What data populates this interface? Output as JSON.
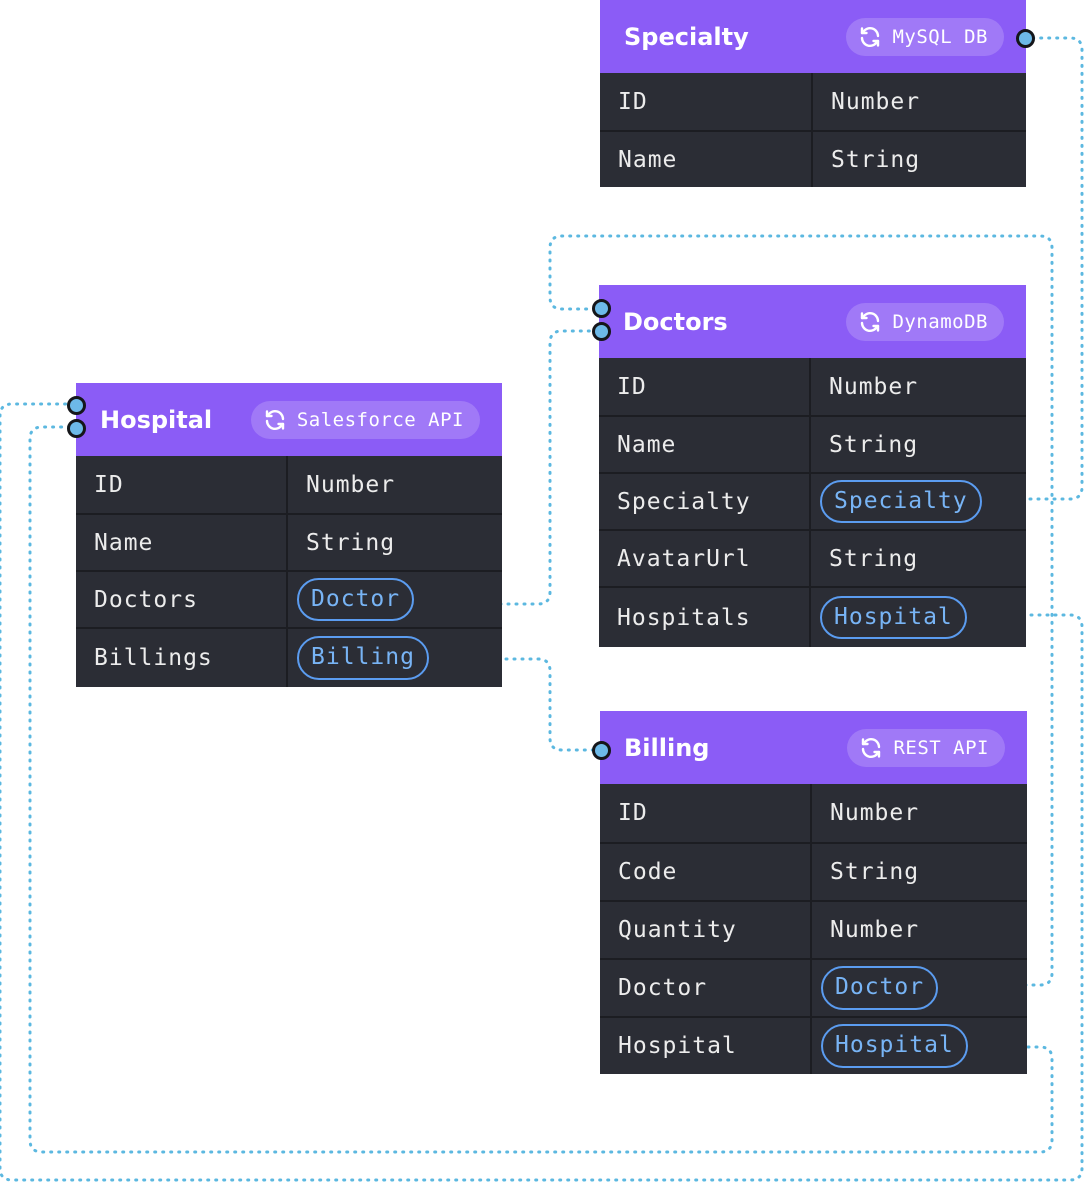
{
  "tables": {
    "specialty": {
      "title": "Specialty",
      "source": "MySQL DB",
      "rows": [
        {
          "field": "ID",
          "type": "Number"
        },
        {
          "field": "Name",
          "type": "String"
        }
      ]
    },
    "doctors": {
      "title": "Doctors",
      "source": "DynamoDB",
      "rows": [
        {
          "field": "ID",
          "type": "Number"
        },
        {
          "field": "Name",
          "type": "String"
        },
        {
          "field": "Specialty",
          "type": "Specialty"
        },
        {
          "field": "AvatarUrl",
          "type": "String"
        },
        {
          "field": "Hospitals",
          "type": "Hospital"
        }
      ]
    },
    "hospital": {
      "title": "Hospital",
      "source": "Salesforce API",
      "rows": [
        {
          "field": "ID",
          "type": "Number"
        },
        {
          "field": "Name",
          "type": "String"
        },
        {
          "field": "Doctors",
          "type": "Doctor"
        },
        {
          "field": "Billings",
          "type": "Billing"
        }
      ]
    },
    "billing": {
      "title": "Billing",
      "source": "REST API",
      "rows": [
        {
          "field": "ID",
          "type": "Number"
        },
        {
          "field": "Code",
          "type": "String"
        },
        {
          "field": "Quantity",
          "type": "Number"
        },
        {
          "field": "Doctor",
          "type": "Doctor"
        },
        {
          "field": "Hospital",
          "type": "Hospital"
        }
      ]
    }
  },
  "icons": {
    "source": "sync-icon",
    "port": "connector-dot"
  },
  "colors": {
    "header": "#8b5cf6",
    "body": "#2b2d35",
    "reference_pill": "#5b9cf0",
    "connector": "#5cb8e0"
  }
}
